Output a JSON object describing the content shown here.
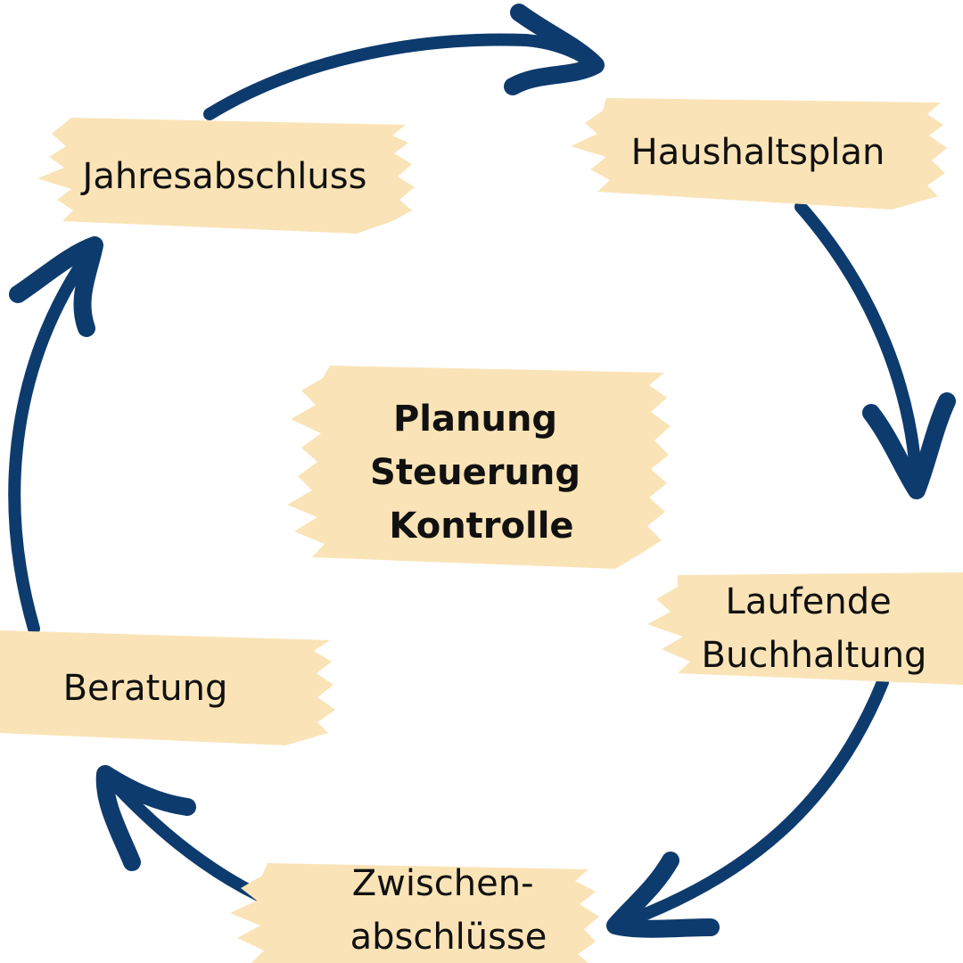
{
  "colors": {
    "arrow": "#0e3b6e",
    "highlight": "#fae3b6",
    "text": "#111111",
    "background": "#ffffff"
  },
  "center": {
    "lines": [
      "Planung",
      "Steuerung",
      "Kontrolle"
    ]
  },
  "steps": [
    {
      "id": "haushaltsplan",
      "lines": [
        "Haushaltsplan"
      ]
    },
    {
      "id": "laufende-buchhaltung",
      "lines": [
        "Laufende",
        "Buchhaltung"
      ]
    },
    {
      "id": "zwischenabschluesse",
      "lines": [
        "Zwischen-",
        "abschlüsse"
      ]
    },
    {
      "id": "beratung",
      "lines": [
        "Beratung"
      ]
    },
    {
      "id": "jahresabschluss",
      "lines": [
        "Jahresabschluss"
      ]
    }
  ],
  "arrow_icon": "arrow-head-icon"
}
